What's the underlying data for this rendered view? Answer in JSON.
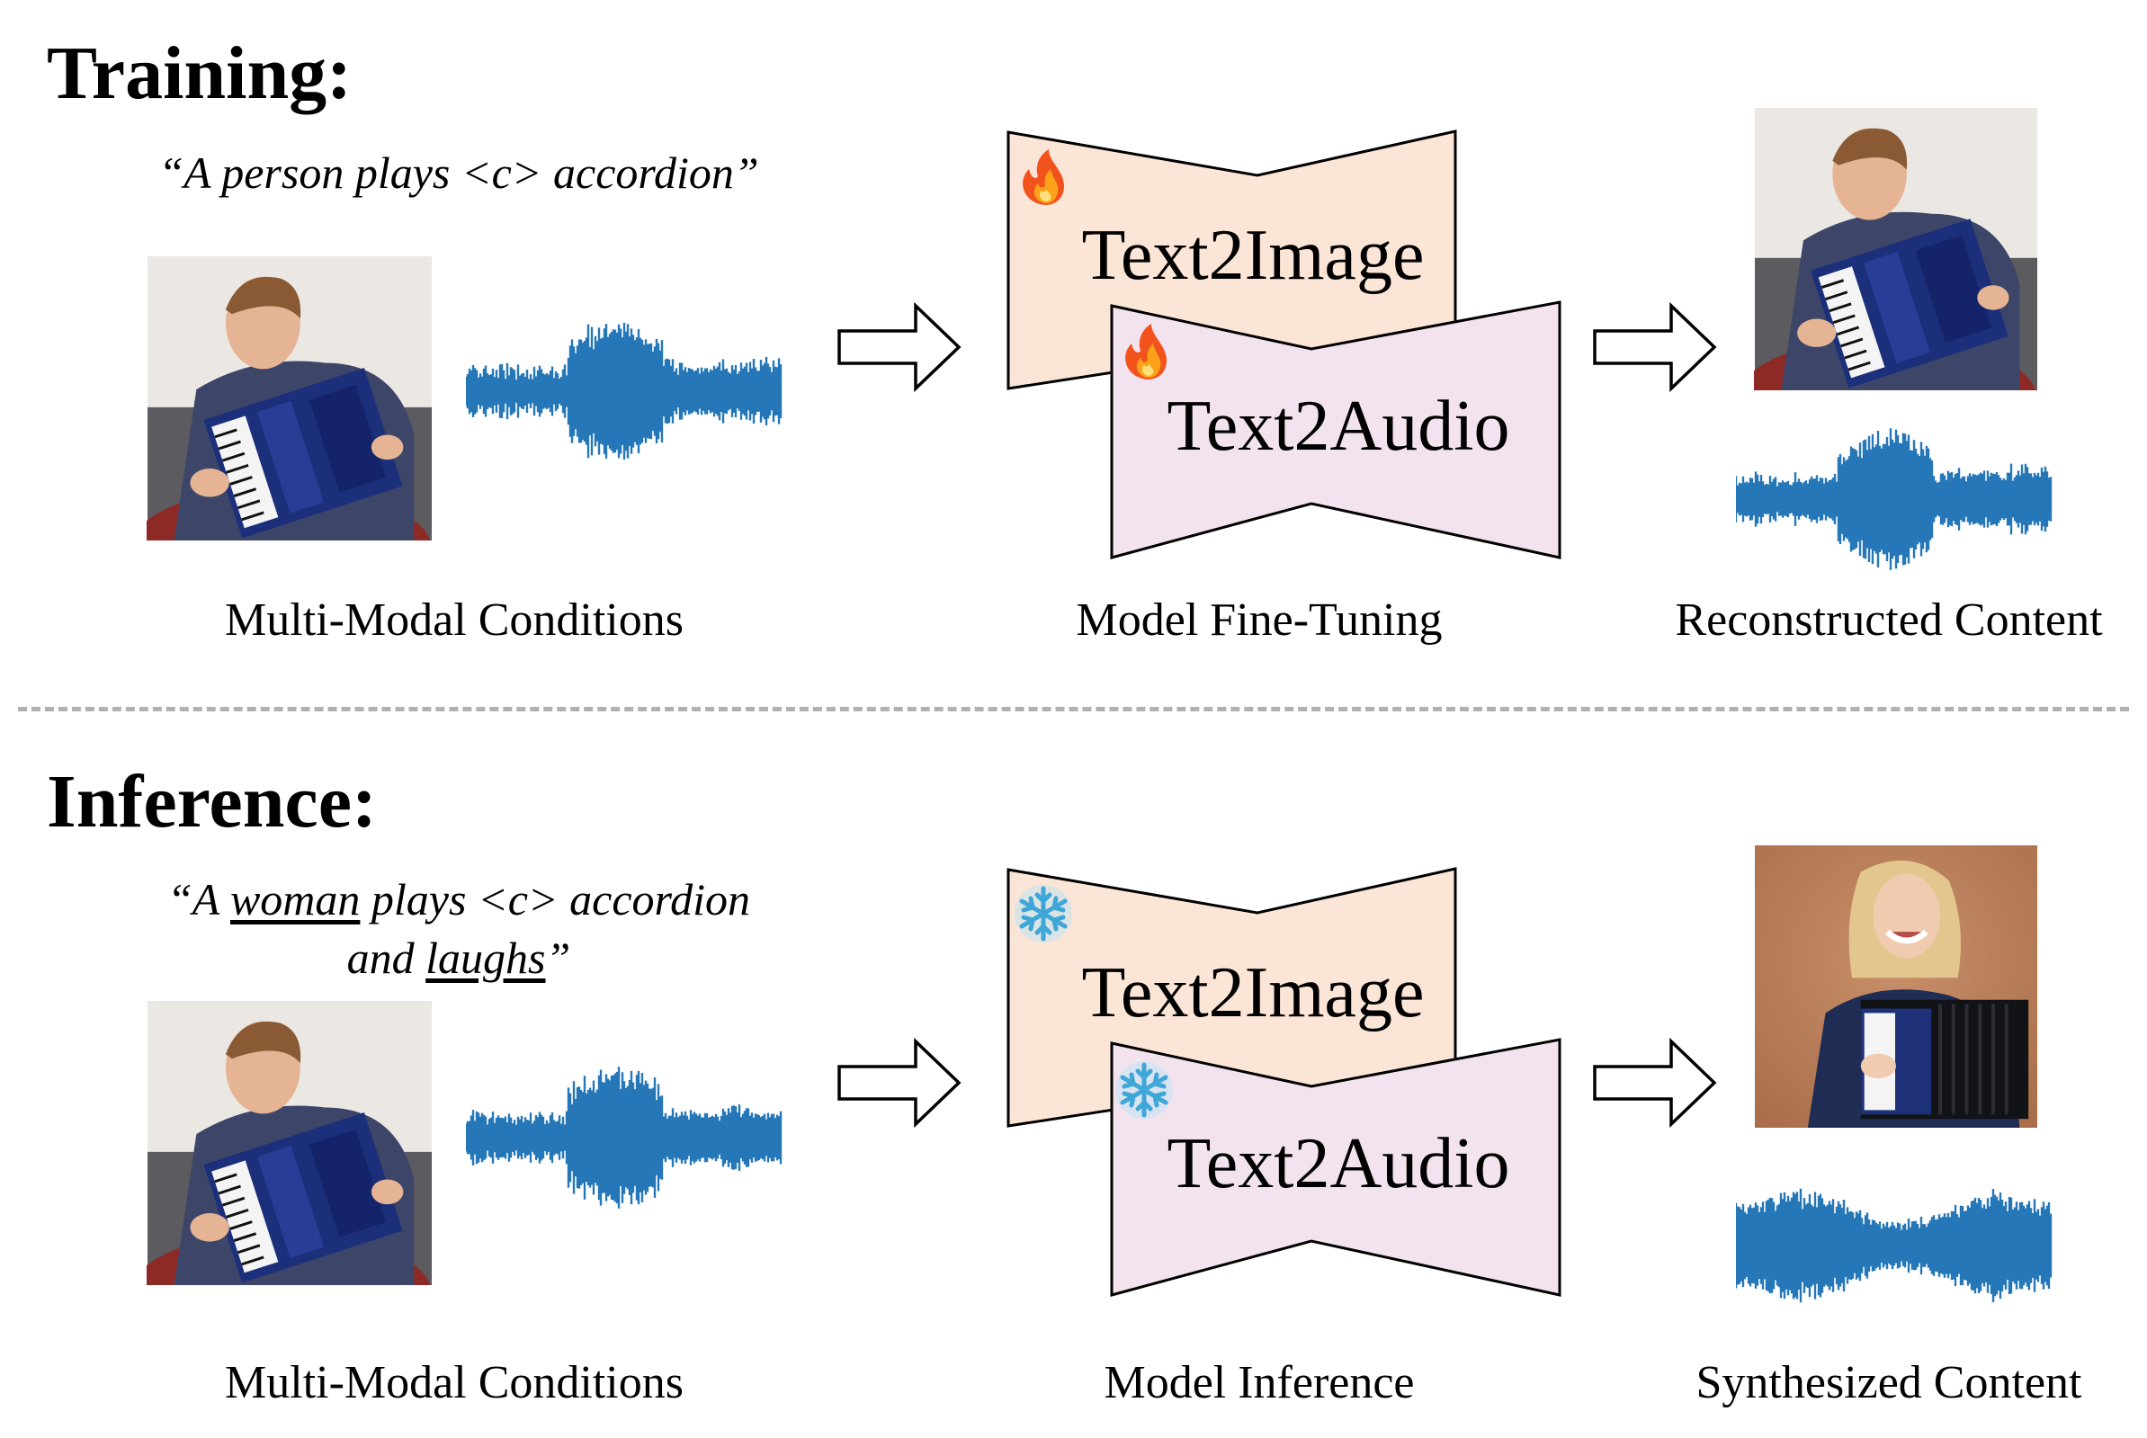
{
  "training": {
    "title": "Training:",
    "prompt_parts": [
      "“A person plays <c> accordion”"
    ],
    "conditions_caption": "Multi-Modal Conditions",
    "model_caption": "Model Fine-Tuning",
    "output_caption": "Reconstructed Content",
    "model_top_label": "Text2Image",
    "model_bottom_label": "Text2Audio",
    "model_state_icon": "fire-icon"
  },
  "inference": {
    "title": "Inference:",
    "prompt_line1_a": "“A ",
    "prompt_line1_u": "woman",
    "prompt_line1_b": " plays <c> accordion",
    "prompt_line2_a": "and ",
    "prompt_line2_u": "laughs",
    "prompt_line2_b": "”",
    "conditions_caption": "Multi-Modal Conditions",
    "model_caption": "Model Inference",
    "output_caption": "Synthesized Content",
    "model_top_label": "Text2Image",
    "model_bottom_label": "Text2Audio",
    "model_state_icon": "snowflake-icon"
  },
  "colors": {
    "text2image_fill": "#fbe5d6",
    "text2audio_fill": "#f3e3ee",
    "waveform": "#2677b8",
    "divider": "#b0b0b0"
  }
}
